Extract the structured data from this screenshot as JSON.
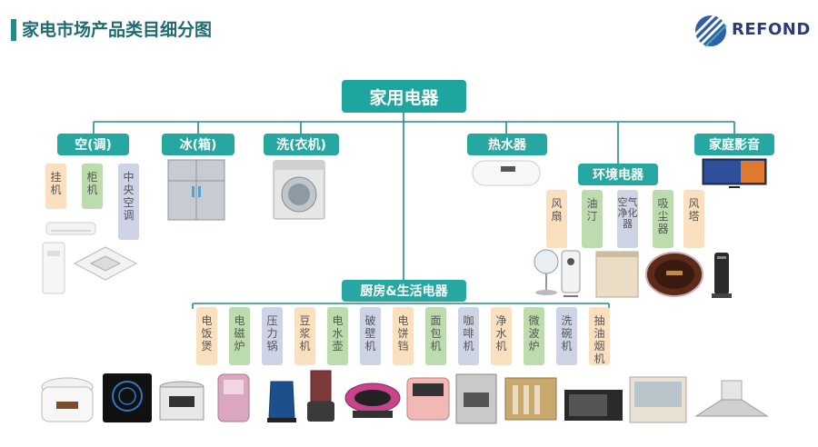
{
  "header": {
    "title": "家电市场产品类目细分图",
    "logo_text": "REFOND"
  },
  "diagram": {
    "root": "家用电器",
    "categories": {
      "ac": "空(调)",
      "fridge": "冰(箱)",
      "washer": "洗(衣机)",
      "water_heater": "热水器",
      "home_theater": "家庭影音",
      "environment": "环境电器",
      "kitchen": "厨房&生活电器"
    },
    "ac_items": [
      "挂机",
      "柜机",
      "中央空调"
    ],
    "environment_items": [
      "风扇",
      "油汀",
      "空气净化器",
      "吸尘器",
      "风塔"
    ],
    "kitchen_items": [
      "电饭煲",
      "电磁炉",
      "压力锅",
      "豆浆机",
      "电水壶",
      "破壁机",
      "电饼铛",
      "面包机",
      "咖啡机",
      "净水机",
      "微波炉",
      "洗碗机",
      "抽油烟机"
    ]
  },
  "colors": {
    "teal": "#26a7a1",
    "title": "#1f6b73",
    "peach": "#fae0bf",
    "green": "#bddcae",
    "lavender": "#cfd3e6",
    "connector": "#1f8d8a"
  },
  "icons": [
    "logo-stripes-icon",
    "air-conditioner-image",
    "refrigerator-image",
    "washing-machine-image",
    "water-heater-image",
    "tv-image",
    "fan-image",
    "oil-heater-image",
    "air-purifier-image",
    "robot-vacuum-image",
    "tower-fan-image",
    "rice-cooker-image",
    "induction-cooker-image",
    "pressure-cooker-image",
    "soymilk-maker-image",
    "kettle-image",
    "blender-image",
    "electric-griddle-image",
    "bread-maker-image",
    "coffee-machine-image",
    "water-purifier-image",
    "microwave-image",
    "dishwasher-image",
    "range-hood-image"
  ]
}
